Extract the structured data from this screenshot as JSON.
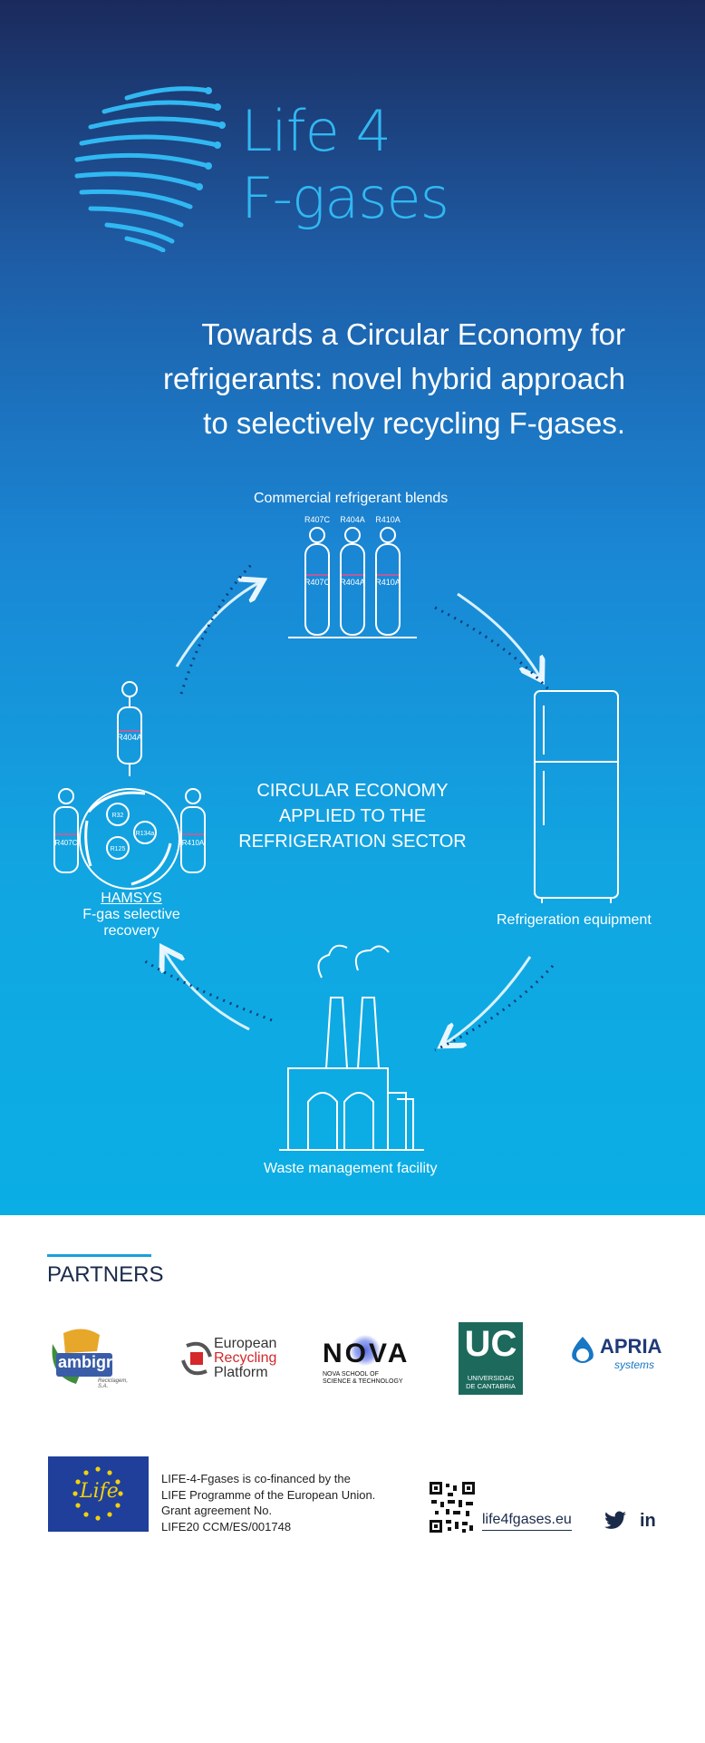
{
  "header": {
    "logo_line1": "Life 4",
    "logo_line2": "F-gases"
  },
  "tagline": [
    "Towards a Circular Economy for",
    "refrigerants: novel hybrid approach",
    "to selectively recycling F-gases."
  ],
  "diagram": {
    "center": [
      "CIRCULAR ECONOMY",
      "APPLIED TO THE",
      "REFRIGERATION SECTOR"
    ],
    "top_label": "Commercial refrigerant blends",
    "cylinders": [
      "R407C",
      "R404A",
      "R410A"
    ],
    "right_label": "Refrigeration equipment",
    "bottom_label": "Waste management facility",
    "left_link": "HAMSYS",
    "left_label": "F-gas selective recovery",
    "hamsys_top": "R404A",
    "hamsys_left": "R407C",
    "hamsys_right": "R410A",
    "hamsys_inner": [
      "R32",
      "R134a",
      "R125"
    ]
  },
  "partners": {
    "title": "PARTNERS",
    "ambigroup": "ambigroup",
    "ambigroup_sub": "Reciclagem, S.A.",
    "erp_line1": "European",
    "erp_line2": "Recycling",
    "erp_line3": "Platform",
    "nova": "NOVA",
    "nova_sub1": "NOVA SCHOOL OF",
    "nova_sub2": "SCIENCE & TECHNOLOGY",
    "uc": "UC",
    "uc_sub1": "UNIVERSIDAD",
    "uc_sub2": "DE CANTABRIA",
    "apria": "APRIA",
    "apria_sub": "systems"
  },
  "funding": {
    "life_logo": "Life",
    "lines": [
      "LIFE-4-Fgases is co-financed by the",
      "LIFE Programme of the European Union.",
      "Grant agreement No.",
      "LIFE20 CCM/ES/001748"
    ]
  },
  "footer": {
    "website": "life4fgases.eu",
    "linkedin": "in"
  },
  "colors": {
    "accent": "#31b8f2",
    "navy": "#1b2a5c",
    "brand_blue": "#1aa0dc"
  }
}
